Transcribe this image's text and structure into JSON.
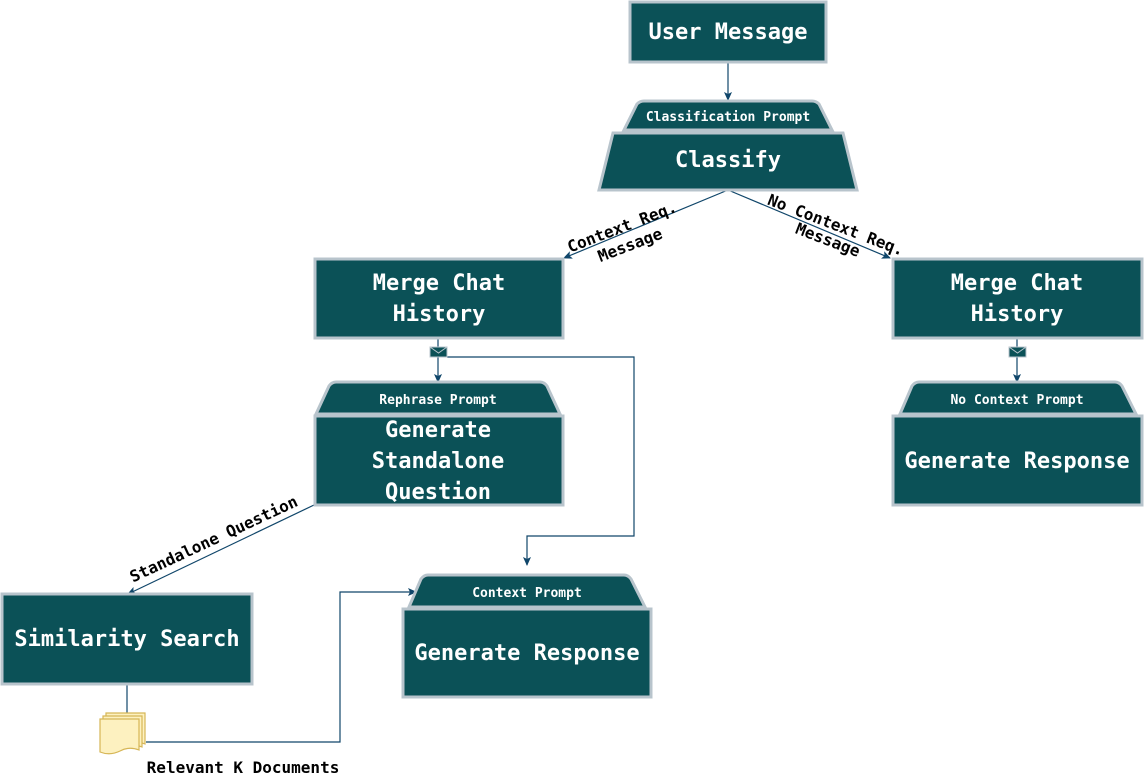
{
  "nodes": {
    "user_message": "User Message",
    "classify": {
      "prompt": "Classification Prompt",
      "label": "Classify"
    },
    "merge_left": {
      "line1": "Merge Chat",
      "line2": "History"
    },
    "merge_right": {
      "line1": "Merge Chat",
      "line2": "History"
    },
    "standalone": {
      "prompt": "Rephrase Prompt",
      "line1": "Generate",
      "line2": "Standalone",
      "line3": "Question"
    },
    "no_context_response": {
      "prompt": "No Context Prompt",
      "label": "Generate Response"
    },
    "similarity_search": "Similarity Search",
    "context_response": {
      "prompt": "Context Prompt",
      "label": "Generate Response"
    },
    "documents": "Relevant K Documents"
  },
  "edges": {
    "context_req": {
      "line1": "Context Req.",
      "line2": "Message"
    },
    "no_context_req": {
      "line1": "No Context Req.",
      "line2": "Message"
    },
    "standalone_question": "Standalone Question"
  },
  "colors": {
    "node_fill": "#0b5157",
    "node_stroke": "#b8c4cc",
    "edge": "#10466a",
    "document_fill": "#fdf1c0",
    "document_stroke": "#d6b656"
  },
  "icons": [
    "envelope-icon",
    "document-stack-icon"
  ]
}
